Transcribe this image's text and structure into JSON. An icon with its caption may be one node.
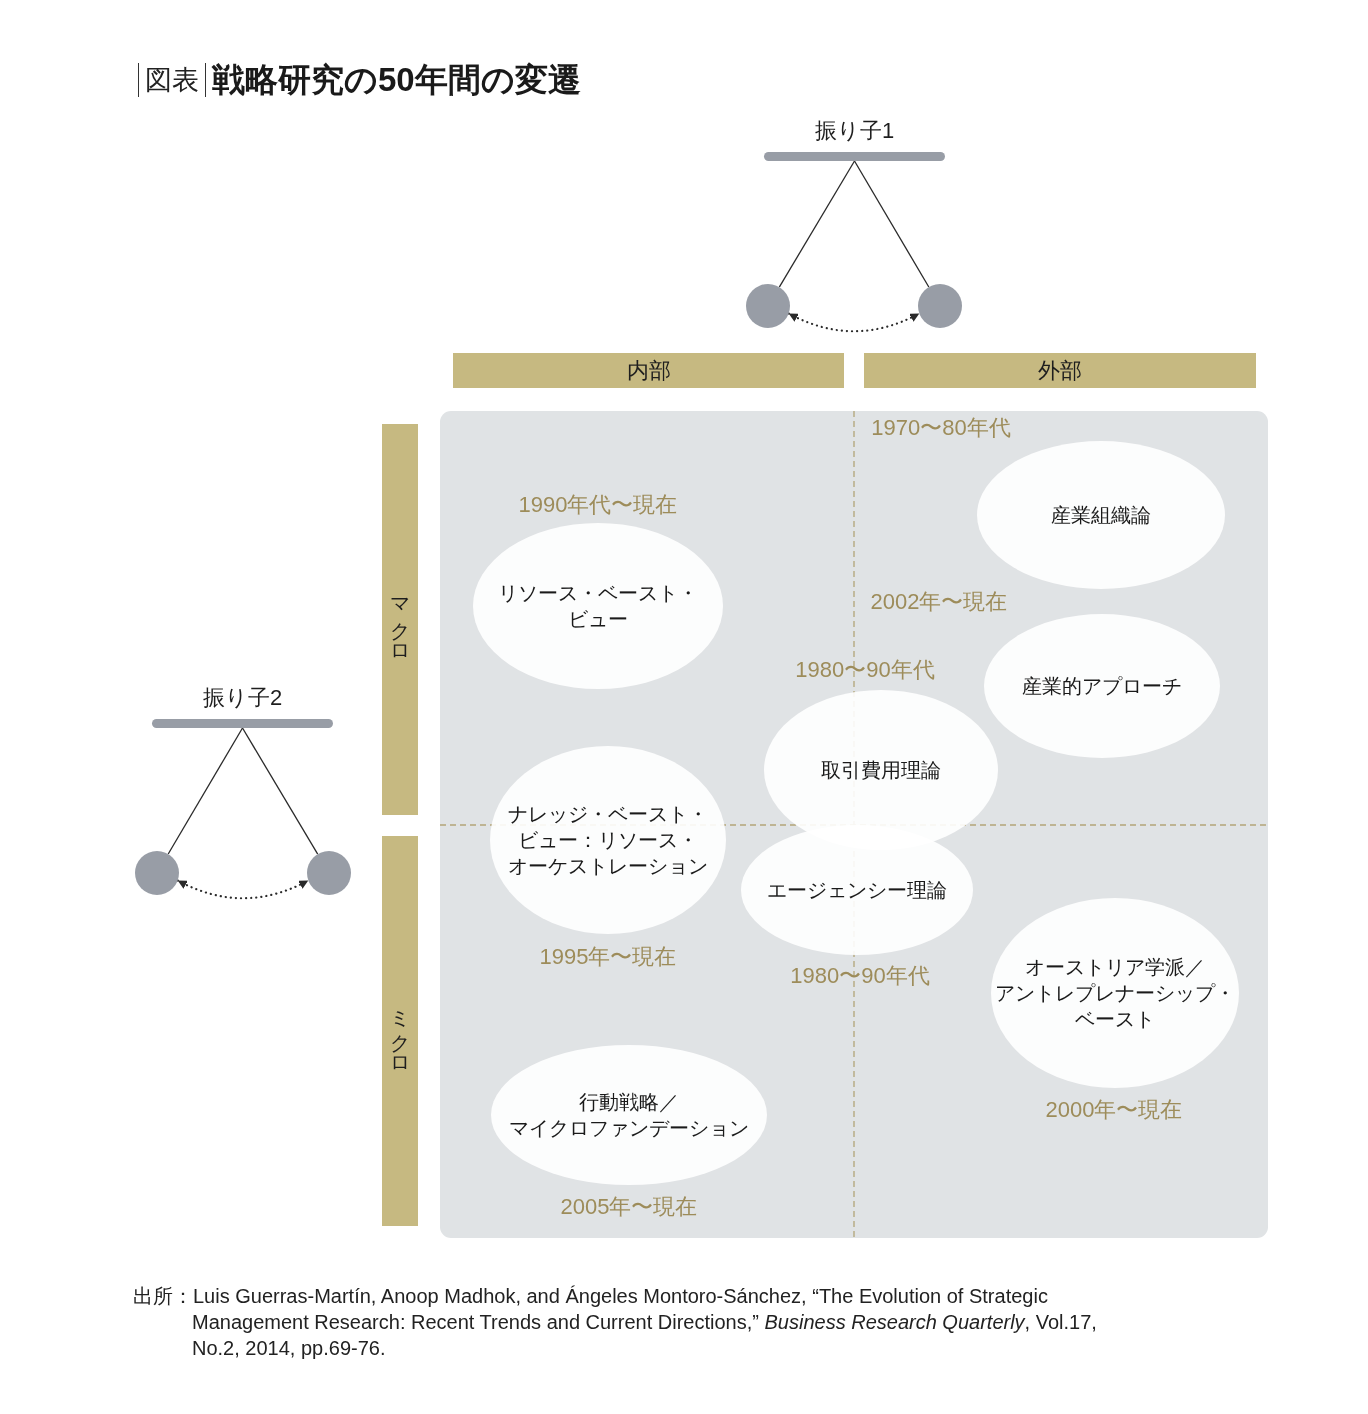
{
  "diagram": {
    "title": "戦略研究の50年間の変遷",
    "caption": "出所：Luis Guerras-Martín, Anoop Madhok, and Ángeles Montoro-Sánchez, “The Evolution of Strategic Management Research: Recent Trends and Current Directions,” *Business Research Quarterly*, Vol.17, No.2, 2014, pp.69-76.",
    "nodes": [
      {
        "text": [
          "振り子1"
        ]
      },
      {
        "text": [],
        "shape": "circle"
      },
      {
        "text": [],
        "shape": "circle"
      },
      {
        "text": [
          "内部"
        ]
      },
      {
        "text": [
          "外部"
        ]
      },
      {
        "text": [
          "振り子2"
        ]
      },
      {
        "text": [],
        "shape": "circle"
      },
      {
        "text": [],
        "shape": "circle"
      },
      {
        "text": [
          "マクロ"
        ]
      },
      {
        "text": [
          "ミクロ"
        ]
      },
      {
        "text": [],
        "shape": "box"
      },
      {
        "text": [
          "産業組織論"
        ],
        "beside": [
          "1970〜80年代"
        ],
        "in": 10
      },
      {
        "text": [
          "リソース・ベースト・ビュー"
        ],
        "beside": [
          "1990年代〜現在"
        ],
        "in": 10
      },
      {
        "text": [
          "産業的アプローチ"
        ],
        "beside": [
          "2002年〜現在"
        ],
        "in": 10
      },
      {
        "text": [
          "取引費用理論"
        ],
        "beside": [
          "1980〜90年代"
        ],
        "in": 10
      },
      {
        "text": [
          "ナレッジ・ベースト・ビュー：リソース・オーケストレーション"
        ],
        "beside": [
          "1995年〜現在"
        ],
        "in": 10
      },
      {
        "text": [
          "エージェンシー理論"
        ],
        "beside": [
          "1980〜90年代"
        ],
        "in": 10
      },
      {
        "text": [
          "オーストリア学派／アントレプレナーシップ・ベースト"
        ],
        "beside": [
          "2000年〜現在"
        ],
        "in": 10
      },
      {
        "text": [
          "行動戦略／マイクロファンデーション"
        ],
        "beside": [
          "2005年〜現在"
        ],
        "in": 10
      }
    ],
    "edges": [
      {
        "from": 0,
        "to": 1,
        "arrow": "none"
      },
      {
        "from": 0,
        "to": 2,
        "arrow": "none"
      },
      {
        "from": 1,
        "to": 2,
        "arrow": "both",
        "style": "dashed"
      },
      {
        "from": 5,
        "to": 6,
        "arrow": "none"
      },
      {
        "from": 5,
        "to": 7,
        "arrow": "none"
      },
      {
        "from": 6,
        "to": 7,
        "arrow": "both",
        "style": "dashed"
      }
    ],
    "labels": [
      "図表"
    ]
  }
}
